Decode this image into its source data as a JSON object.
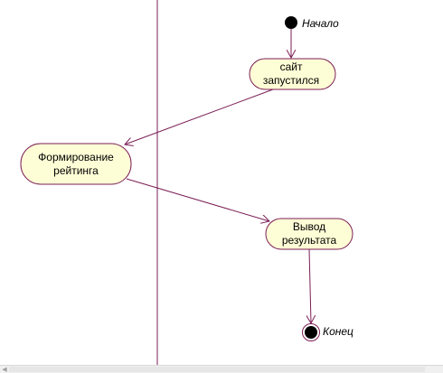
{
  "diagram": {
    "colors": {
      "line": "#7b1e55",
      "node_fill": "#fefed6",
      "node_stroke": "#7b1e55",
      "final_fill": "#000000",
      "final_ring": "#7b1e55"
    },
    "start": {
      "label": "Начало"
    },
    "activities": {
      "site_started": {
        "line1": "сайт",
        "line2": "запустился"
      },
      "rating": {
        "line1": "Формирование",
        "line2": "рейтинга"
      },
      "output": {
        "line1": "Вывод",
        "line2": "результата"
      }
    },
    "end": {
      "label": "Конец"
    }
  },
  "scrollbar": {
    "left_arrow_icon": "arrow-left-icon"
  }
}
